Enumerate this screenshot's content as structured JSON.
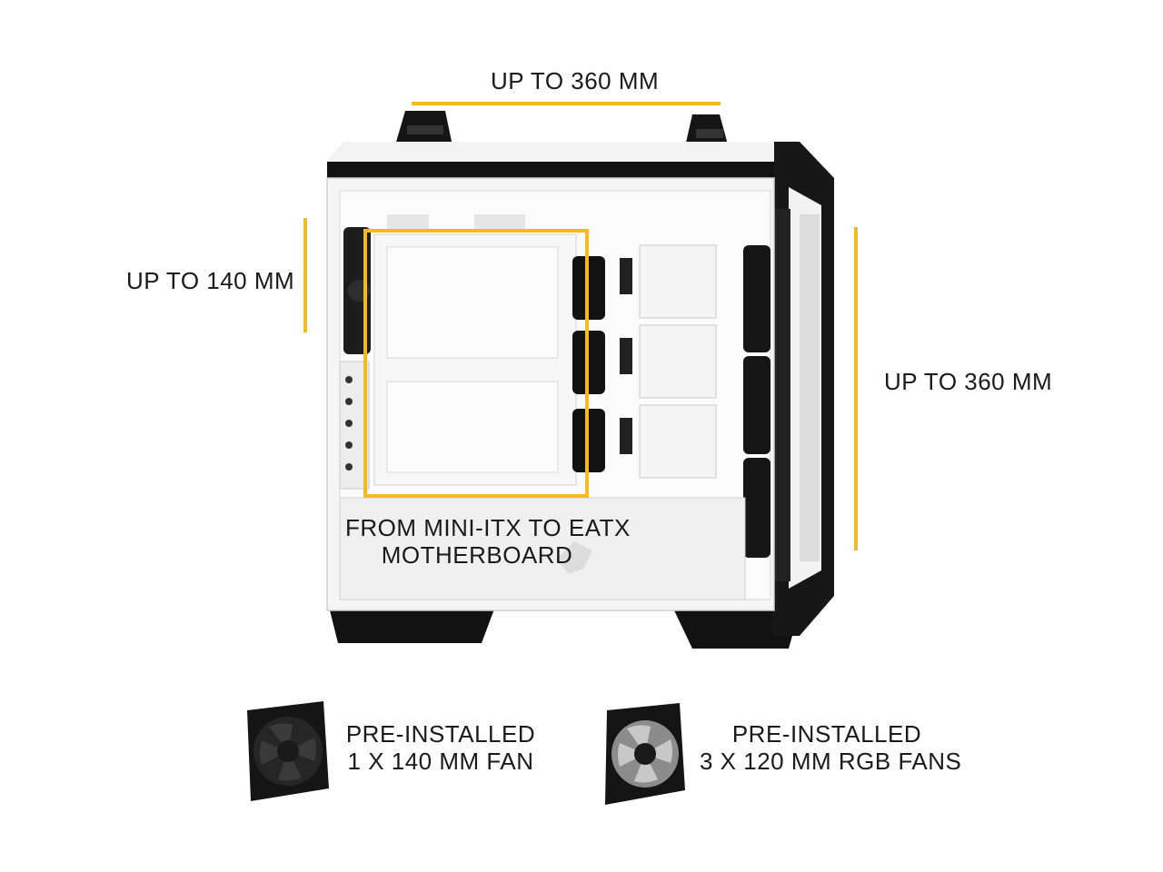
{
  "colors": {
    "accent": "#f5b921",
    "case_white": "#f4f4f4",
    "case_black": "#141414",
    "text": "#1a1a1a"
  },
  "labels": {
    "top_radiator": "UP TO 360 MM",
    "rear_fan": "UP TO 140 MM",
    "front_radiator": "UP TO 360 MM",
    "motherboard_line1": "FROM MINI-ITX TO EATX",
    "motherboard_line2": "MOTHERBOARD"
  },
  "features": [
    {
      "line1": "PRE-INSTALLED",
      "line2": "1 X 140 MM FAN",
      "icon": "fan-black-icon"
    },
    {
      "line1": "PRE-INSTALLED",
      "line2": "3 X 120 MM RGB FANS",
      "icon": "fan-rgb-icon"
    }
  ]
}
